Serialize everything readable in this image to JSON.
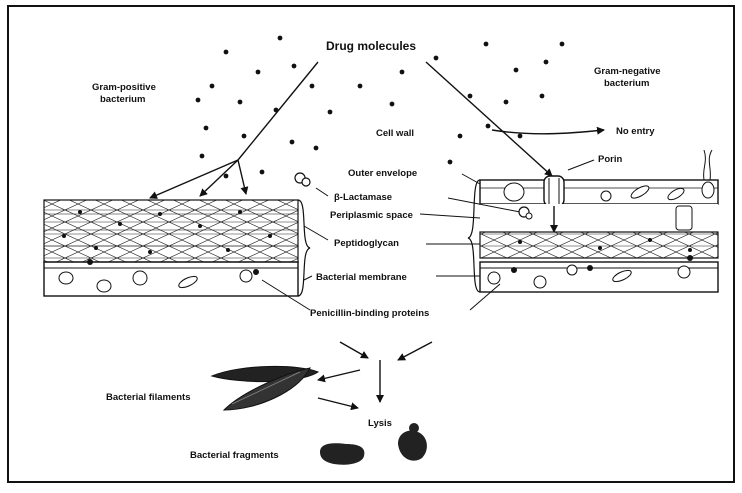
{
  "labels": {
    "drug_molecules": "Drug molecules",
    "gram_positive_line1": "Gram-positive",
    "gram_positive_line2": "bacterium",
    "gram_negative_line1": "Gram-negative",
    "gram_negative_line2": "bacterium",
    "cell_wall": "Cell wall",
    "no_entry": "No entry",
    "porin": "Porin",
    "outer_envelope": "Outer envelope",
    "beta_lactamase": "β-Lactamase",
    "periplasmic_space": "Periplasmic space",
    "peptidoglycan": "Peptidoglycan",
    "bacterial_membrane": "Bacterial membrane",
    "penicillin_binding_proteins": "Penicillin-binding proteins",
    "bacterial_filaments": "Bacterial filaments",
    "lysis": "Lysis",
    "bacterial_fragments": "Bacterial fragments"
  },
  "colors": {
    "ink": "#111111",
    "paper": "#ffffff"
  }
}
